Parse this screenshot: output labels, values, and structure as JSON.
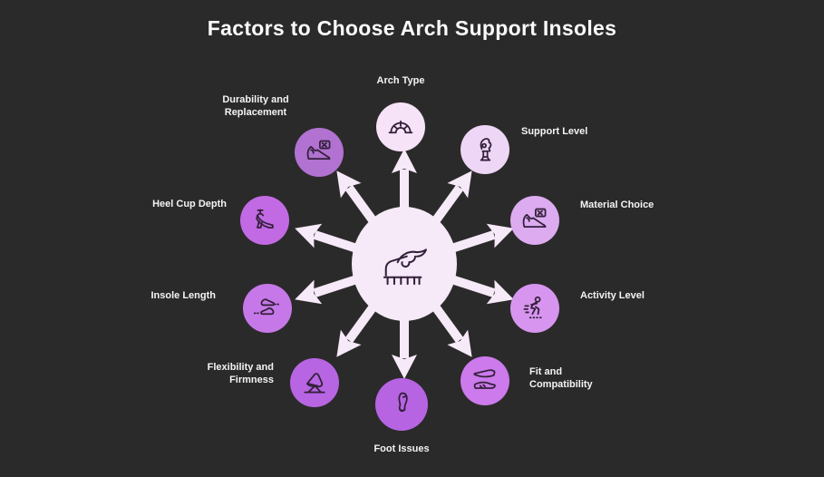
{
  "title": "Factors to Choose Arch Support Insoles",
  "colors": {
    "background": "#2b2a2a",
    "title_text": "#fbfbfb",
    "label_text": "#f4f4f4",
    "arrow": "#f6e9f8",
    "hub_fill": "#f6e9f8",
    "icon_stroke": "#33203a"
  },
  "hub": {
    "icon": "hand-on-insole-icon"
  },
  "satellites": [
    {
      "label": "Arch Type",
      "icon": "arch-icon",
      "fill": "#f6e3f8"
    },
    {
      "label": "Support Level",
      "icon": "prosthetic-leg-icon",
      "fill": "#eed6f6"
    },
    {
      "label": "Material Choice",
      "icon": "shoe-material-icon",
      "fill": "#dcabf0"
    },
    {
      "label": "Activity Level",
      "icon": "running-person-icon",
      "fill": "#d795ef"
    },
    {
      "label": "Fit and\nCompatibility",
      "icon": "shoe-pair-icon",
      "fill": "#cc7aec"
    },
    {
      "label": "Foot Issues",
      "icon": "footprint-icon",
      "fill": "#b764e3"
    },
    {
      "label": "Flexibility and\nFirmness",
      "icon": "flexing-shoe-icon",
      "fill": "#b765e2"
    },
    {
      "label": "Insole Length",
      "icon": "insole-length-icon",
      "fill": "#c678e8"
    },
    {
      "label": "Heel Cup Depth",
      "icon": "high-heel-icon",
      "fill": "#c26ae4"
    },
    {
      "label": "Durability and\nReplacement",
      "icon": "shoe-patch-icon",
      "fill": "#b172d2"
    }
  ]
}
